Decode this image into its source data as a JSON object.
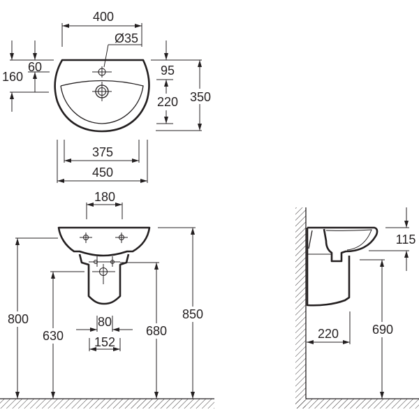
{
  "title": "Wash basin with semi-pedestal dimension drawing",
  "top_view": {
    "width_400": "400",
    "tap_hole": "Ø35",
    "dim_60": "60",
    "dim_160": "160",
    "dim_95": "95",
    "dim_220": "220",
    "depth_350": "350",
    "dim_375": "375",
    "width_450": "450"
  },
  "front_view": {
    "fixing_180": "180",
    "height_800": "800",
    "height_630": "630",
    "dim_80": "80",
    "dim_152": "152",
    "height_680": "680",
    "height_850": "850"
  },
  "side_view": {
    "dim_115": "115",
    "projection_220": "220",
    "height_690": "690"
  },
  "colors": {
    "line": "#231f20",
    "background": "#ffffff"
  }
}
